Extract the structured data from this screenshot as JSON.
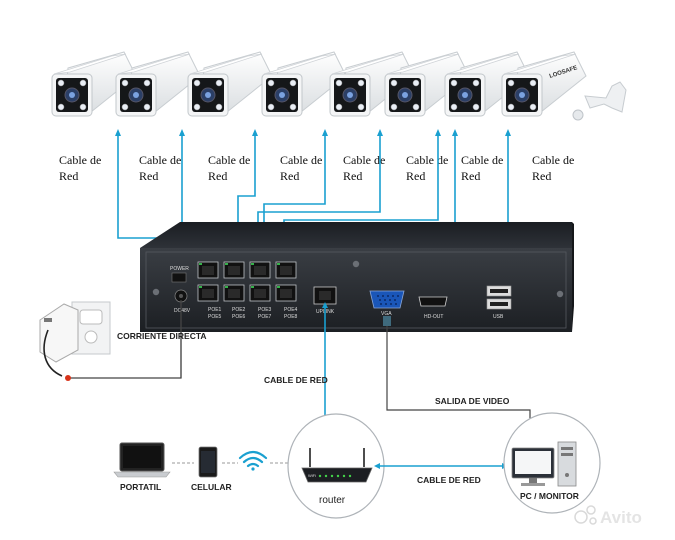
{
  "cameras": {
    "count": 8,
    "brand": "LOOSAFE",
    "cable_label_line1": "Cable de",
    "cable_label_line2": "Red"
  },
  "nvr": {
    "power_label": "POWER",
    "dc_label": "DC48V",
    "ports_top": [
      "POE1",
      "POE2",
      "POE3",
      "POE4"
    ],
    "ports_bottom": [
      "POE5",
      "POE6",
      "POE7",
      "POE8"
    ],
    "uplink_label": "UPLINK",
    "vga_label": "VGA",
    "hdmi_label": "HD-OUT",
    "usb_label": "USB"
  },
  "labels": {
    "power_supply": "CORRIENTE DIRECTA",
    "cable_red_vertical": "CABLE DE RED",
    "video_out": "SALIDA DE VIDEO",
    "cable_red_horizontal": "CABLE DE RED"
  },
  "devices": {
    "laptop": "PORTATIL",
    "phone": "CELULAR",
    "router": "router",
    "router_tag": "WiFi",
    "pc": "PC / MONITOR"
  },
  "watermark": "Avito"
}
